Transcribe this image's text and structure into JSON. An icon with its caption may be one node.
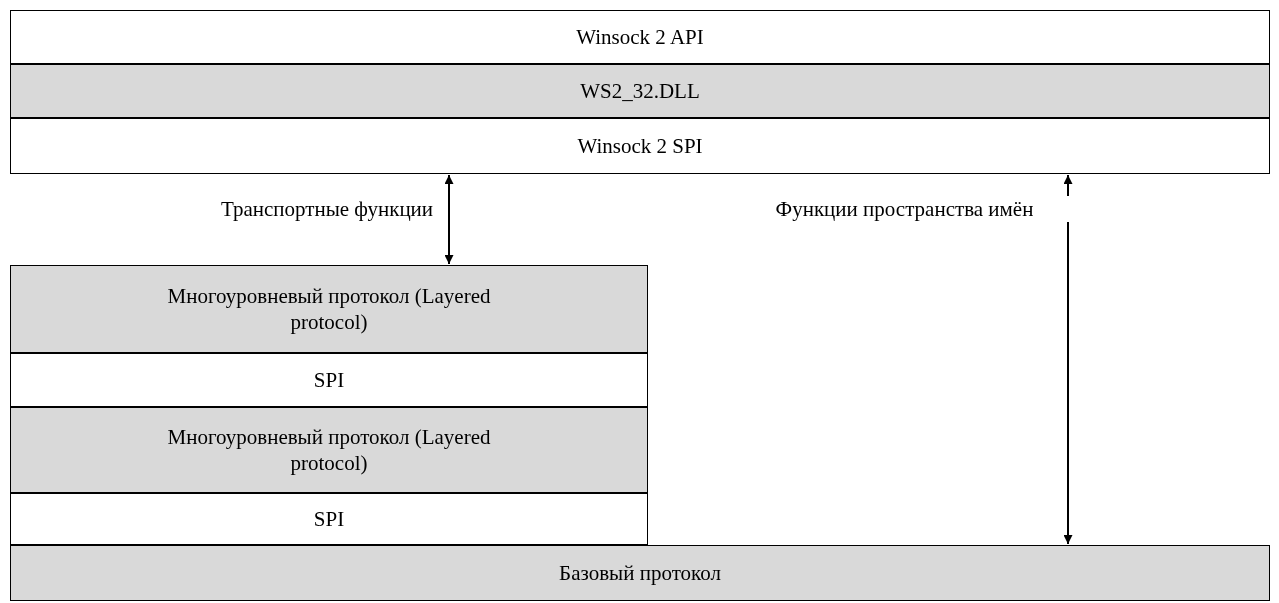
{
  "diagram": {
    "nodes": [
      {
        "text": [
          "Winsock 2 API"
        ]
      },
      {
        "text": [
          "WS2_32.DLL"
        ]
      },
      {
        "text": [
          "Winsock 2 SPI"
        ]
      },
      {
        "text": [
          "Многоуровневый протокол (Layered protocol)"
        ]
      },
      {
        "text": [
          "SPI"
        ]
      },
      {
        "text": [
          "Многоуровневый протокол (Layered protocol)"
        ]
      },
      {
        "text": [
          "SPI"
        ]
      },
      {
        "text": [
          "Базовый протокол"
        ]
      }
    ],
    "edges": [
      {
        "from": 2,
        "to": 3,
        "arrow": "both",
        "label": "Транспортные функции"
      },
      {
        "from": 2,
        "to": 7,
        "arrow": "both",
        "label": "Функции пространства имён"
      }
    ]
  }
}
